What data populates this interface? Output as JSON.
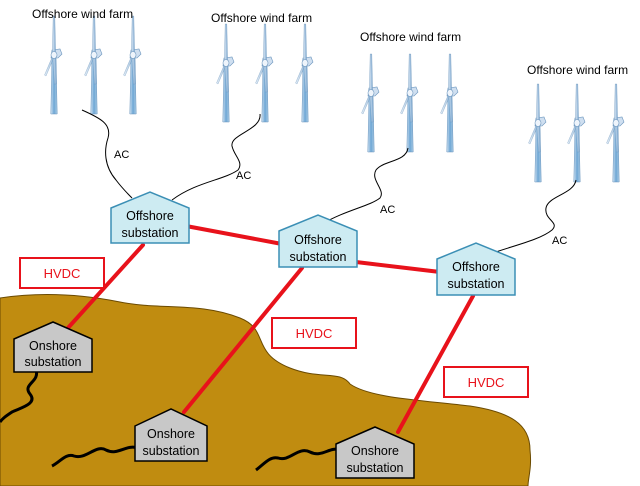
{
  "farms": [
    {
      "label": "Offshore wind farm"
    },
    {
      "label": "Offshore wind farm"
    },
    {
      "label": "Offshore wind farm"
    },
    {
      "label": "Offshore wind farm"
    }
  ],
  "ac_links": [
    {
      "label": "AC"
    },
    {
      "label": "AC"
    },
    {
      "label": "AC"
    },
    {
      "label": "AC"
    }
  ],
  "offshore_substations": [
    {
      "line1": "Offshore",
      "line2": "substation"
    },
    {
      "line1": "Offshore",
      "line2": "substation"
    },
    {
      "line1": "Offshore",
      "line2": "substation"
    }
  ],
  "onshore_substations": [
    {
      "line1": "Onshore",
      "line2": "substation"
    },
    {
      "line1": "Onshore",
      "line2": "substation"
    },
    {
      "line1": "Onshore",
      "line2": "substation"
    }
  ],
  "hvdc_links": [
    {
      "label": "HVDC"
    },
    {
      "label": "HVDC"
    },
    {
      "label": "HVDC"
    }
  ],
  "colors": {
    "land": "#c08c10",
    "land_edge": "#6b4a00",
    "hvdc": "#e8121b",
    "offshore_fill": "#cdebf2",
    "offshore_edge": "#3b8fb5",
    "onshore_fill": "#c8c8c8",
    "onshore_edge": "#000000",
    "turbine": "#8fb8d8"
  }
}
